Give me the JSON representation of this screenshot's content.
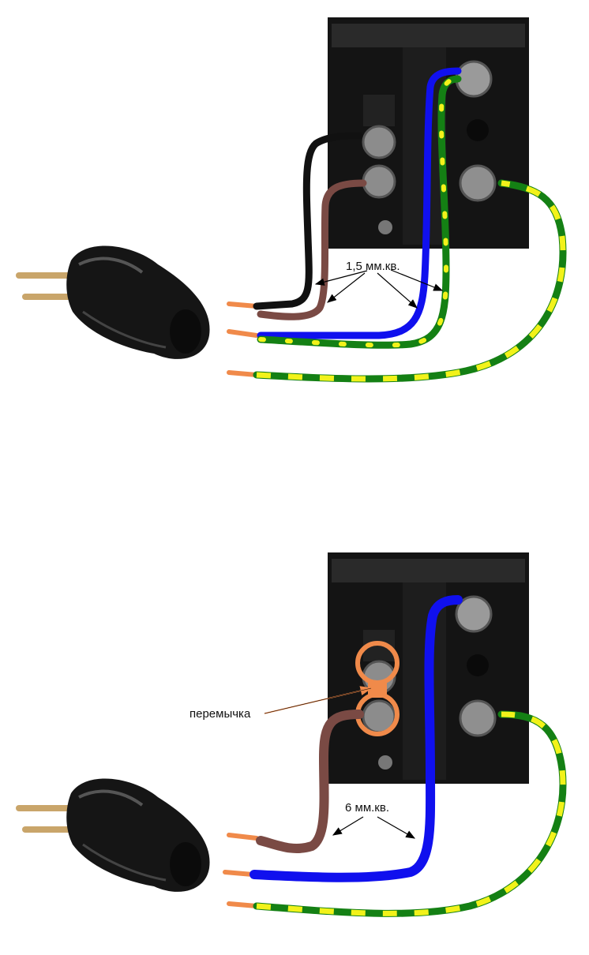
{
  "top_panel": {
    "cross_section_label": "1,5 мм.кв."
  },
  "bottom_panel": {
    "jumper_label": "перемычка",
    "cross_section_label": "6 мм.кв."
  },
  "colors": {
    "phase1": "#111111",
    "phase2": "#7a4a44",
    "neutral": "#1010ee",
    "ground_green": "#148014",
    "ground_yellow": "#f2f21a",
    "conductor_tip": "#f08a4a",
    "jumper": "#f08a4a",
    "terminal_block": "#111111"
  }
}
